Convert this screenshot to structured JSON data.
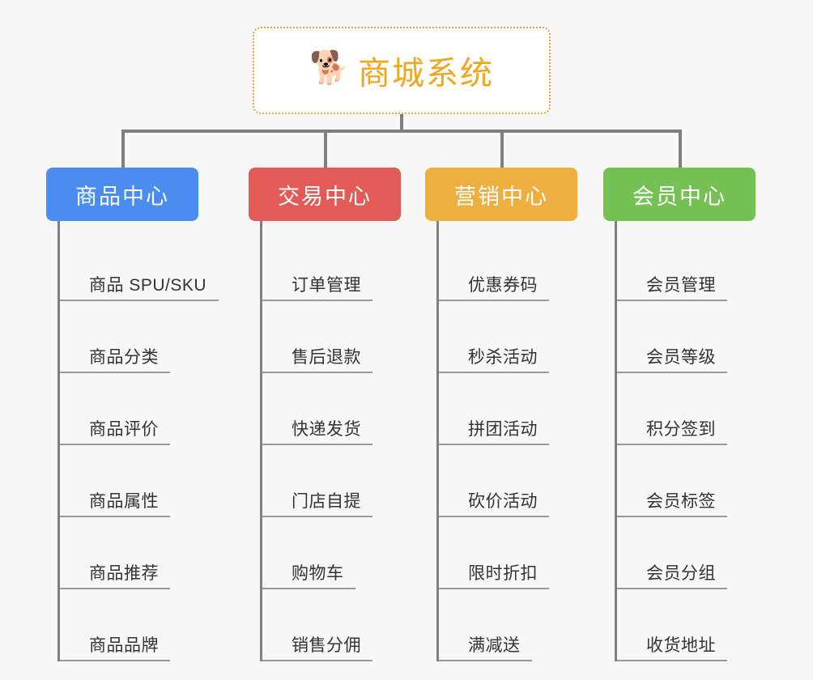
{
  "page": {
    "background_color": "#f7f7f7",
    "type": "org-chart"
  },
  "root": {
    "title": "商城系统",
    "icon": "dog-face-emoji",
    "icon_glyph": "🐕",
    "text_color": "#f0a720",
    "border_color": "#e8a33d",
    "background_color": "#ffffff"
  },
  "connector": {
    "color": "#808080"
  },
  "columns": [
    {
      "id": "product-center",
      "title": "商品中心",
      "color": "#4a8cf0",
      "items": [
        "商品 SPU/SKU",
        "商品分类",
        "商品评价",
        "商品属性",
        "商品推荐",
        "商品品牌"
      ]
    },
    {
      "id": "trade-center",
      "title": "交易中心",
      "color": "#e35b56",
      "items": [
        "订单管理",
        "售后退款",
        "快递发货",
        "门店自提",
        "购物车",
        "销售分佣"
      ]
    },
    {
      "id": "marketing-center",
      "title": "营销中心",
      "color": "#eeae40",
      "items": [
        "优惠券码",
        "秒杀活动",
        "拼团活动",
        "砍价活动",
        "限时折扣",
        "满减送"
      ]
    },
    {
      "id": "member-center",
      "title": "会员中心",
      "color": "#75c košt"
    }
  ]
}
